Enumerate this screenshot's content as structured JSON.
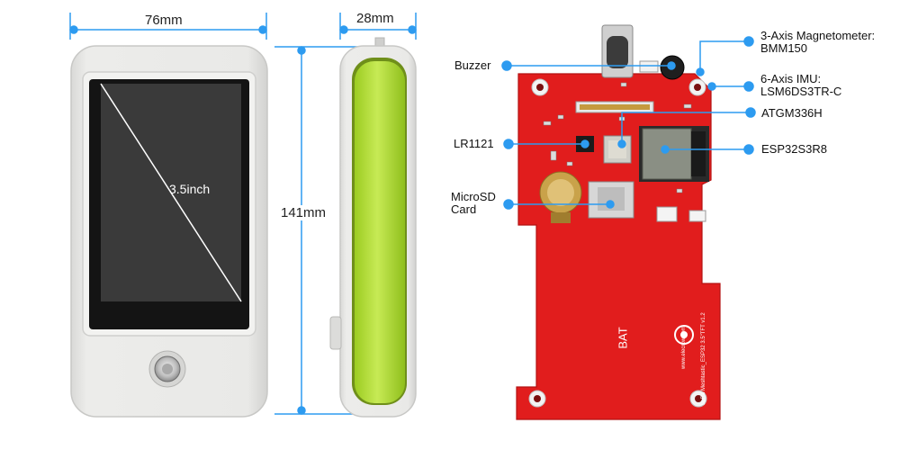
{
  "dimensions": {
    "width": "76mm",
    "depth": "28mm",
    "height": "141mm",
    "screen": "3.5inch"
  },
  "callouts": {
    "buzzer": "Buzzer",
    "magnetometer_line1": "3-Axis Magnetometer:",
    "magnetometer_line2": "BMM150",
    "imu_line1": "6-Axis IMU:",
    "imu_line2": "LSM6DS3TR-C",
    "gps": "ATGM336H",
    "lora": "LR1121",
    "mcu": "ESP32S3R8",
    "sd_line1": "MicroSD",
    "sd_line2": "Card"
  },
  "board": {
    "battery_label": "BAT",
    "silkscreen": "LoRa Meshtastic_ESP32 3.5\"TFT v1.2",
    "site": "www.elecrow.com"
  },
  "colors": {
    "callout": "#2d9bf0",
    "pcb": "#e11d1d",
    "case": "#e6e6e4",
    "side_accent": "#a6d628",
    "screen": "#3a3a3a"
  }
}
